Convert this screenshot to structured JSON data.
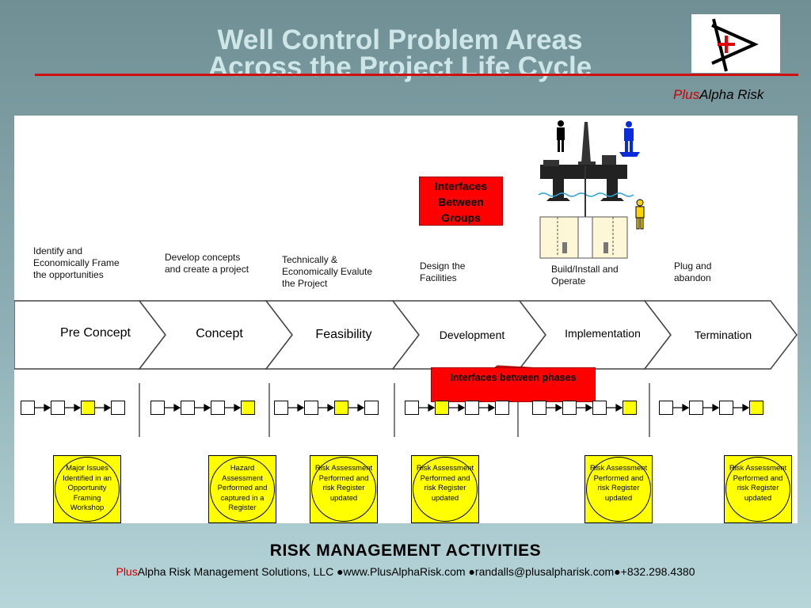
{
  "header": {
    "title_line1": "Well Control Problem Areas",
    "title_line2": "Across the Project Life Cycle",
    "brand_plus": "Plus",
    "brand_rest": "Alpha Risk"
  },
  "stages": [
    {
      "label": "Pre Concept",
      "description": "Identify and Economically Frame the opportunities"
    },
    {
      "label": "Concept",
      "description": "Develop concepts and create a project"
    },
    {
      "label": "Feasibility",
      "description": "Technically & Economically Evalute the Project"
    },
    {
      "label": "Development",
      "description": "Design the Facilities"
    },
    {
      "label": "Implementation",
      "description": "Build/Install and Operate"
    },
    {
      "label": "Termination",
      "description": "Plug and abandon"
    }
  ],
  "callouts": {
    "groups": "Interfaces Between Groups",
    "phases": "Interfaces between phases"
  },
  "activities": [
    "Major Issues Identified in an Opportunity Framing Workshop",
    "Hazard Assessment Performed and captured in a Register",
    "Risk Assessment Performed and risk Register updated",
    "Risk Assessment Performed and risk Register updated",
    "Risk Assessment Performed and risk Register updated",
    "Risk Assessment Performed and risk Register updated"
  ],
  "gates": [
    {
      "yellow_index": 2
    },
    {
      "yellow_index": 3
    },
    {
      "yellow_index": 2
    },
    {
      "yellow_index": 1
    },
    {
      "yellow_index": 3
    },
    {
      "yellow_index": 3
    }
  ],
  "footer": {
    "title": "RISK  MANAGEMENT  ACTIVITIES",
    "plus": "Plus",
    "alpha": "Alpha Risk",
    "rest": " Management Solutions, LLC ●www.PlusAlphaRisk.com ●randalls@plusalpharisk.com●+832.298.4380"
  },
  "colors": {
    "accent_red": "#ff0000",
    "highlight_yellow": "#ffff00",
    "title_color": "#cfe6e9"
  }
}
